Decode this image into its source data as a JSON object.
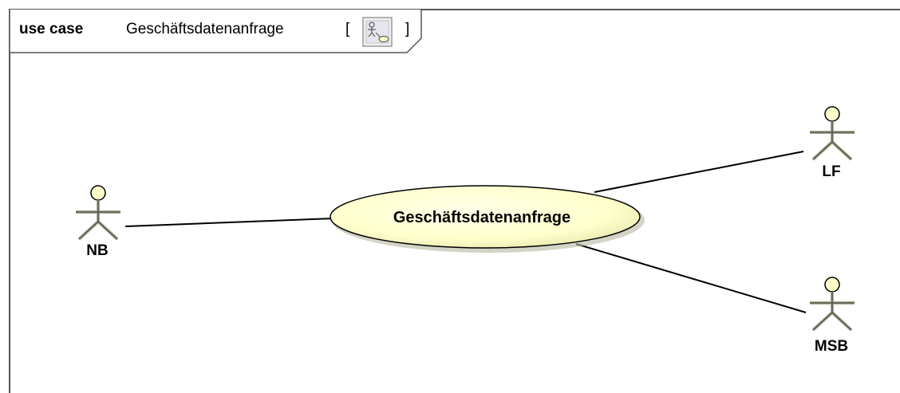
{
  "frame": {
    "kind": "use case",
    "name": "Geschäftsdatenanfrage",
    "bracket_open": "[",
    "bracket_close": "]",
    "icon": "use-case-diagram-icon"
  },
  "use_case": {
    "label": "Geschäftsdatenanfrage"
  },
  "actors": {
    "nb": {
      "label": "NB"
    },
    "lf": {
      "label": "LF"
    },
    "msb": {
      "label": "MSB"
    }
  },
  "associations": [
    {
      "from": "NB",
      "to": "Geschäftsdatenanfrage"
    },
    {
      "from": "Geschäftsdatenanfrage",
      "to": "LF"
    },
    {
      "from": "Geschäftsdatenanfrage",
      "to": "MSB"
    }
  ],
  "colors": {
    "usecase_fill": "#ffffcc",
    "actor_head_fill": "#ffffcc",
    "actor_body": "#a8a890",
    "line": "#000000",
    "frame": "#555555"
  }
}
